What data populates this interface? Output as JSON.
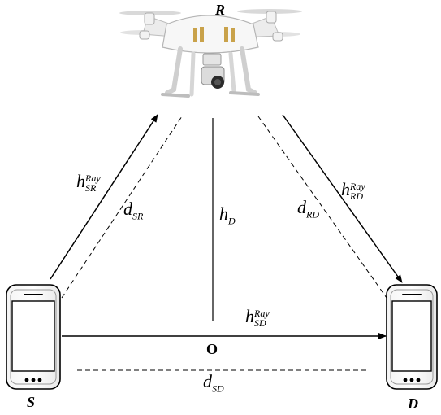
{
  "nodes": {
    "relay": "R",
    "source": "S",
    "destination": "D",
    "origin": "O"
  },
  "channels": {
    "sr": {
      "symbol": "h",
      "sup": "Ray",
      "sub": "SR"
    },
    "rd": {
      "symbol": "h",
      "sup": "Ray",
      "sub": "RD"
    },
    "sd": {
      "symbol": "h",
      "sup": "Ray",
      "sub": "SD"
    }
  },
  "distances": {
    "sr": {
      "symbol": "d",
      "sub": "SR"
    },
    "rd": {
      "symbol": "d",
      "sub": "RD"
    },
    "sd": {
      "symbol": "d",
      "sub": "SD"
    },
    "height": {
      "symbol": "h",
      "sub": "D"
    }
  }
}
